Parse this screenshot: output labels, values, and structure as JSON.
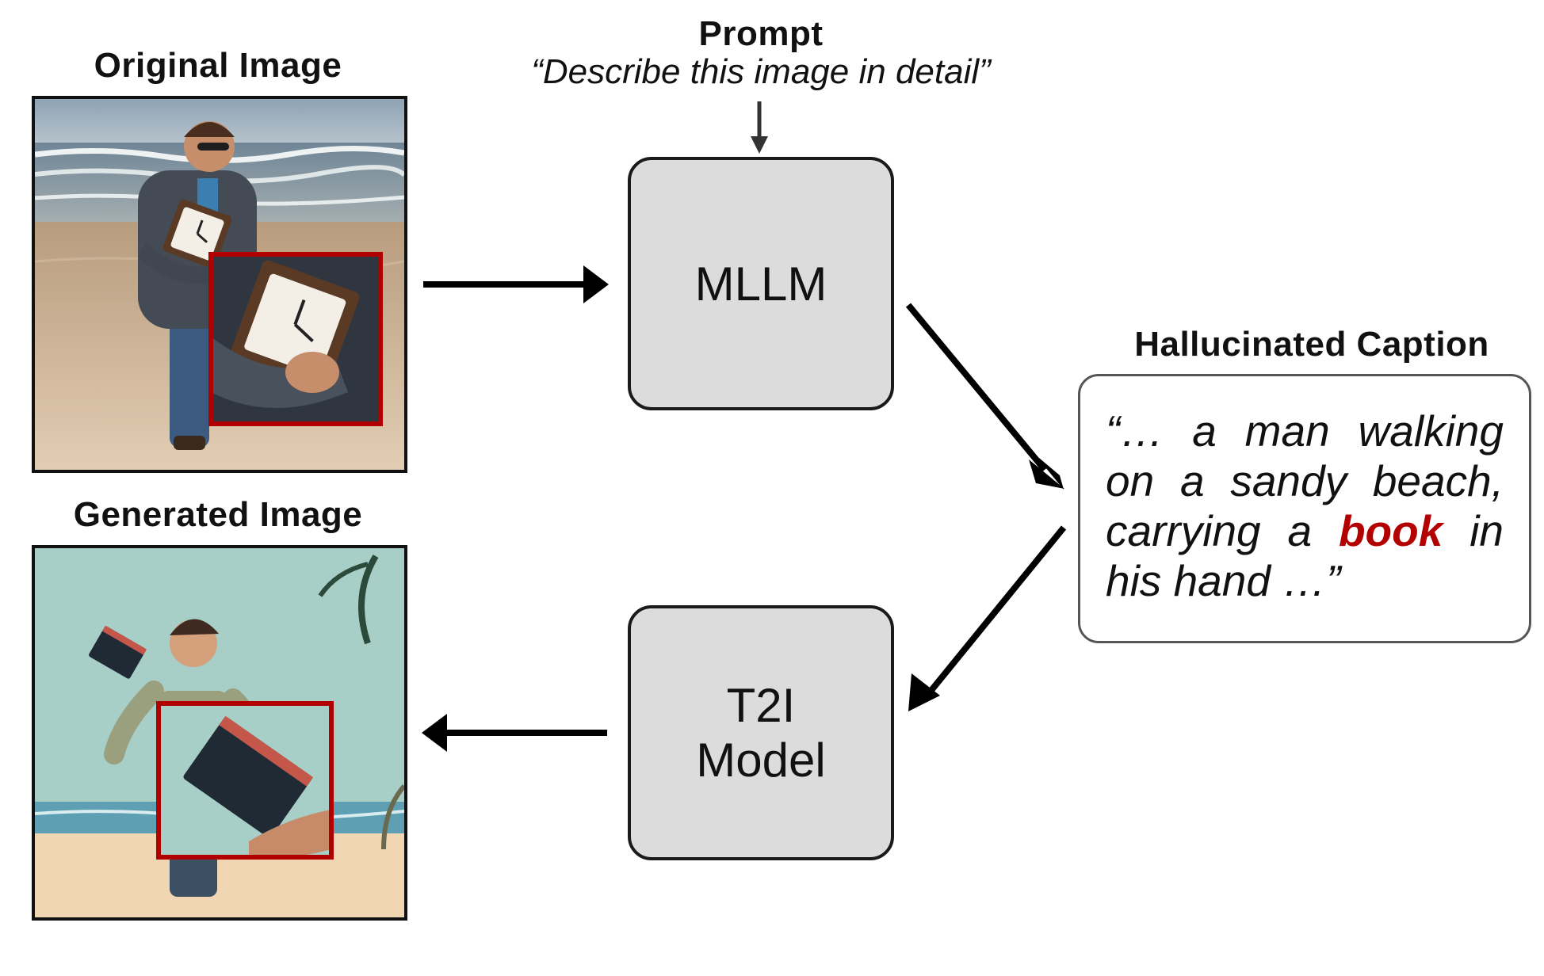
{
  "original_image": {
    "title": "Original Image"
  },
  "generated_image": {
    "title": "Generated Image"
  },
  "prompt": {
    "title": "Prompt",
    "text": "“Describe this image in detail”"
  },
  "mllm": {
    "label": "MLLM"
  },
  "t2i": {
    "label_line1": "T2I",
    "label_line2": "Model"
  },
  "caption": {
    "title": "Hallucinated Caption",
    "line1": [
      "“…",
      "a",
      "man",
      "walking"
    ],
    "line2": [
      "on",
      "a",
      "sandy",
      "beach,"
    ],
    "line3_pre": [
      "carrying",
      "a"
    ],
    "line3_highlight": "book",
    "line3_post": [
      "in"
    ],
    "line4": "his hand …”"
  },
  "colors": {
    "highlight": "#b30000",
    "box_fill": "#dcdcdc",
    "frame": "#b00000"
  }
}
